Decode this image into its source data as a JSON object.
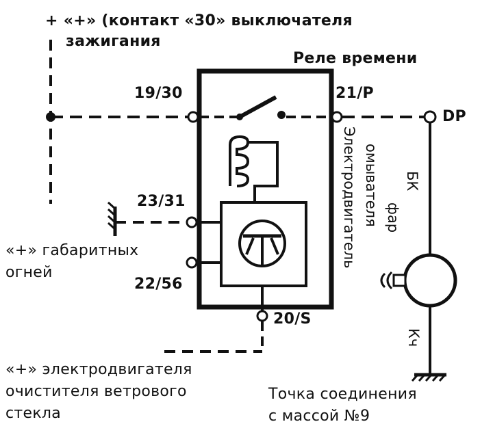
{
  "labels": {
    "ignition_line1": "+ «+» (контакт «30» выключателя",
    "ignition_line2": "зажигания",
    "relay_title": "Реле времени",
    "t19_30": "19/30",
    "t21_p": "21/P",
    "t_dp": "DP",
    "t23_31": "23/31",
    "parking_line1": "«+» габаритных",
    "parking_line2": "огней",
    "t22_56": "22/56",
    "t20_s": "20/S",
    "wiper_line1": "«+» электродвигателя",
    "wiper_line2": "очистителя ветрового",
    "wiper_line3": "стекла",
    "ground_line1": "Точка соединения",
    "ground_line2": "с массой №9",
    "motor_line1": "Электродвигатель",
    "motor_line2": "омывателя",
    "motor_line3": "фар",
    "wire_bk": "БК",
    "wire_kch": "Кч"
  },
  "colors": {
    "ink": "#111111",
    "paper": "#ffffff"
  }
}
